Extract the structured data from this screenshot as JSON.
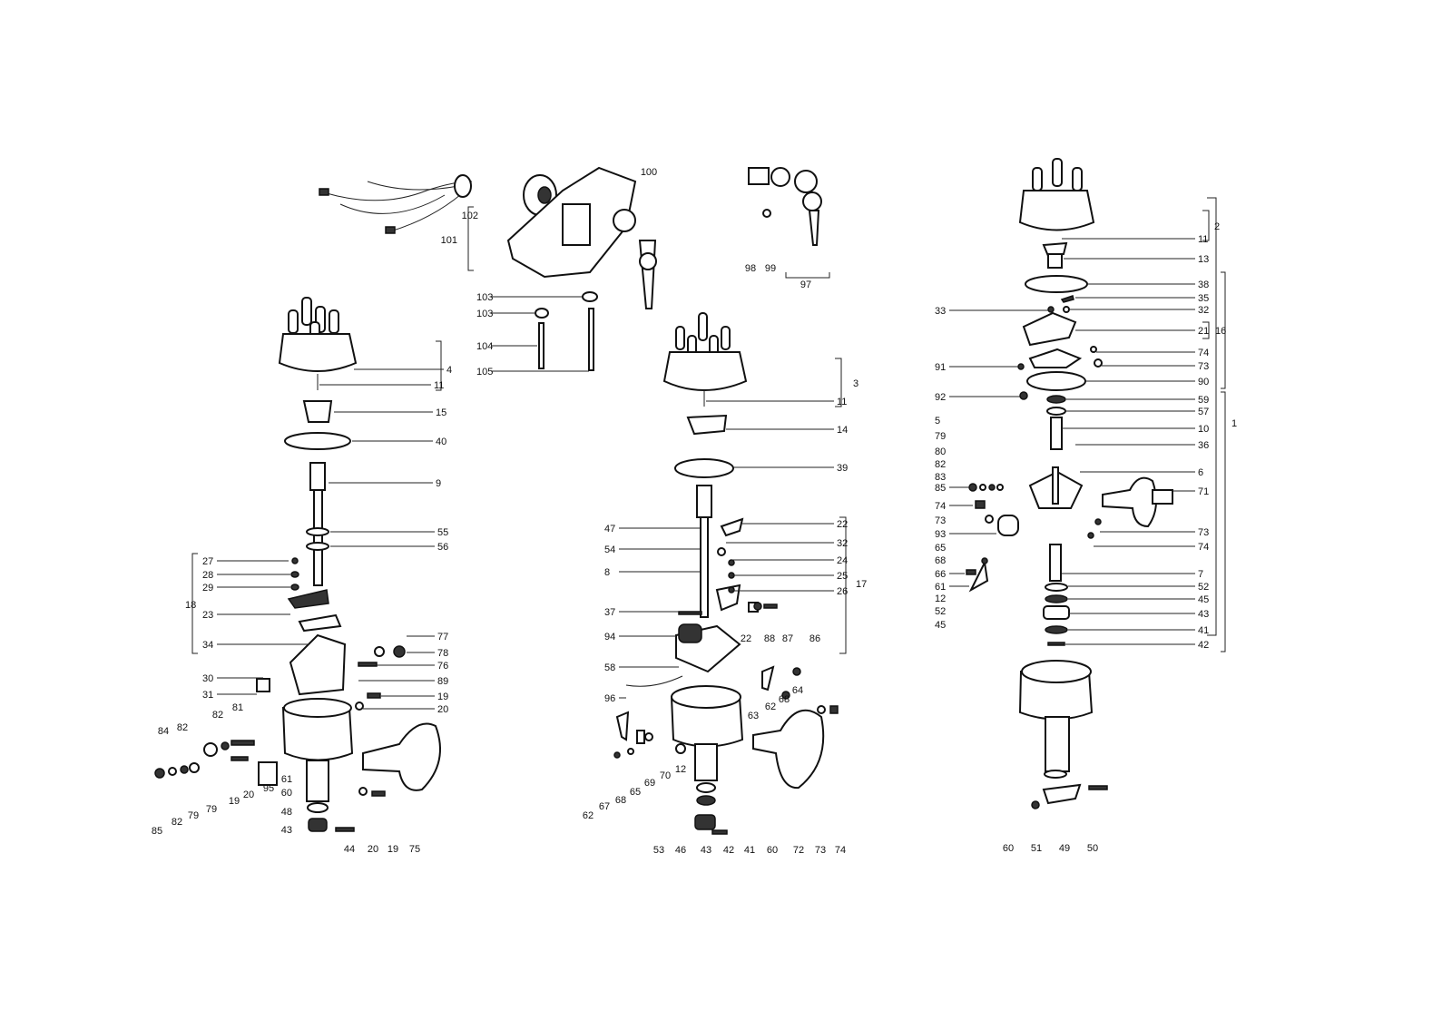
{
  "diagram": {
    "kind": "Exploded parts diagram - ignition distributors and ignition switch",
    "left_distributor_labels": [
      "4",
      "11",
      "15",
      "40",
      "9",
      "55",
      "56",
      "27",
      "28",
      "29",
      "18",
      "23",
      "34",
      "30",
      "31",
      "77",
      "78",
      "76",
      "89",
      "19",
      "20",
      "81",
      "82",
      "84",
      "82",
      "85",
      "82",
      "79",
      "79",
      "19",
      "20",
      "95",
      "61",
      "60",
      "48",
      "43",
      "44",
      "20",
      "19",
      "75"
    ],
    "ignition_switch_labels": [
      "100",
      "102",
      "101",
      "103",
      "103",
      "104",
      "105",
      "98",
      "99",
      "97"
    ],
    "middle_distributor_labels": [
      "3",
      "11",
      "14",
      "39",
      "47",
      "22",
      "54",
      "32",
      "24",
      "8",
      "25",
      "17",
      "26",
      "37",
      "94",
      "22",
      "88",
      "87",
      "86",
      "58",
      "64",
      "62",
      "68",
      "63",
      "96",
      "12",
      "62",
      "67",
      "68",
      "65",
      "69",
      "70",
      "53",
      "46",
      "43",
      "42",
      "41",
      "60",
      "72",
      "73",
      "74"
    ],
    "right_distributor_labels": [
      "2",
      "11",
      "13",
      "38",
      "35",
      "33",
      "32",
      "21",
      "16",
      "74",
      "73",
      "91",
      "90",
      "92",
      "59",
      "57",
      "1",
      "5",
      "10",
      "79",
      "36",
      "80",
      "82",
      "6",
      "83",
      "85",
      "71",
      "74",
      "73",
      "93",
      "73",
      "65",
      "74",
      "68",
      "66",
      "7",
      "61",
      "52",
      "12",
      "45",
      "52",
      "43",
      "45",
      "41",
      "42",
      "60",
      "51",
      "49",
      "50"
    ]
  }
}
